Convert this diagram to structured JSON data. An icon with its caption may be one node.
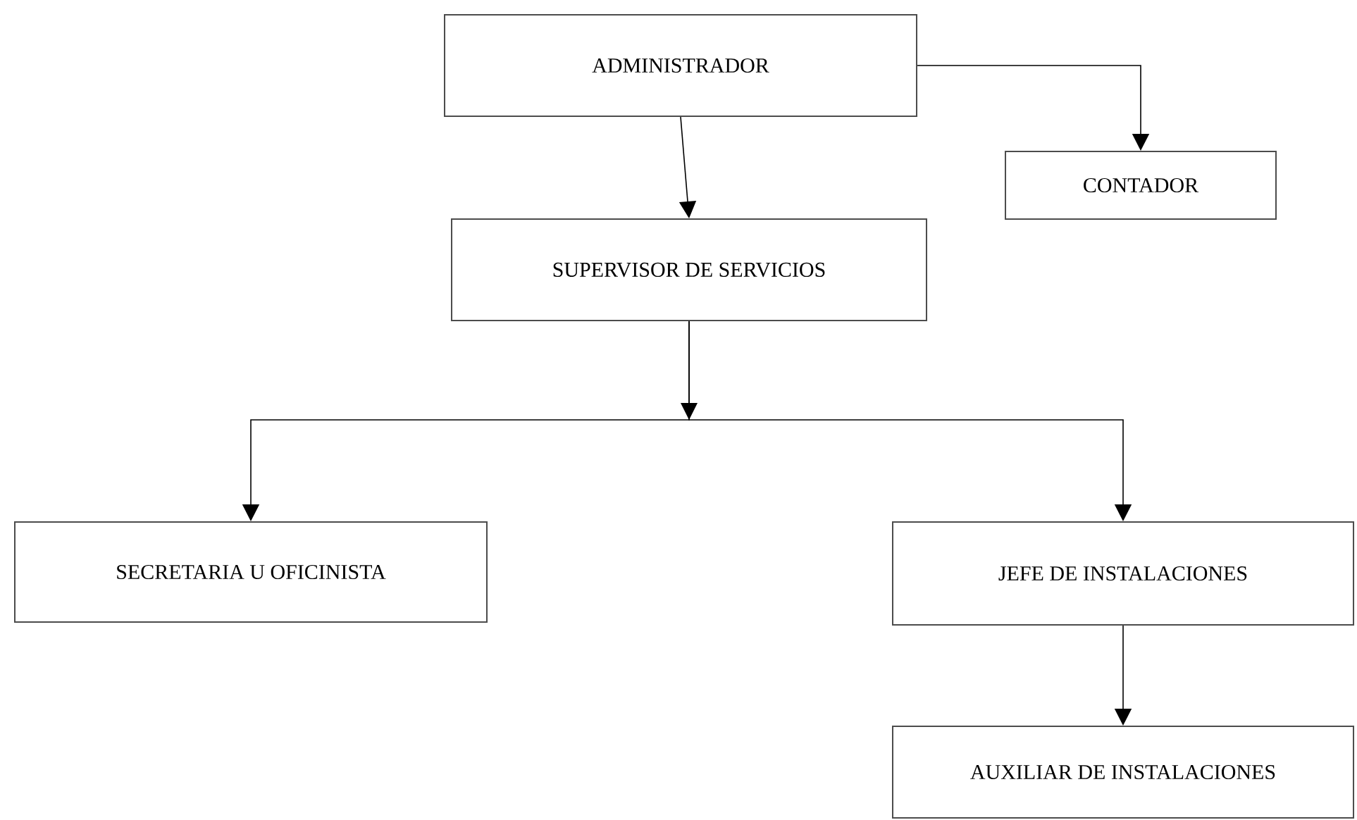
{
  "diagram": {
    "nodes": [
      {
        "text": [
          "ADMINISTRADOR"
        ]
      },
      {
        "text": [
          "CONTADOR"
        ]
      },
      {
        "text": [
          "SUPERVISOR DE SERVICIOS"
        ]
      },
      {
        "text": [
          "SECRETARIA U OFICINISTA"
        ]
      },
      {
        "text": [
          "JEFE DE INSTALACIONES"
        ]
      },
      {
        "text": [
          "AUXILIAR DE INSTALACIONES"
        ]
      }
    ],
    "edges": [
      {
        "from": 0,
        "to": 1,
        "arrow": "to"
      },
      {
        "from": 0,
        "to": 2,
        "arrow": "to"
      },
      {
        "from": 2,
        "to": 3,
        "arrow": "to"
      },
      {
        "from": 2,
        "to": 4,
        "arrow": "to"
      },
      {
        "from": 4,
        "to": 5,
        "arrow": "to"
      }
    ]
  }
}
